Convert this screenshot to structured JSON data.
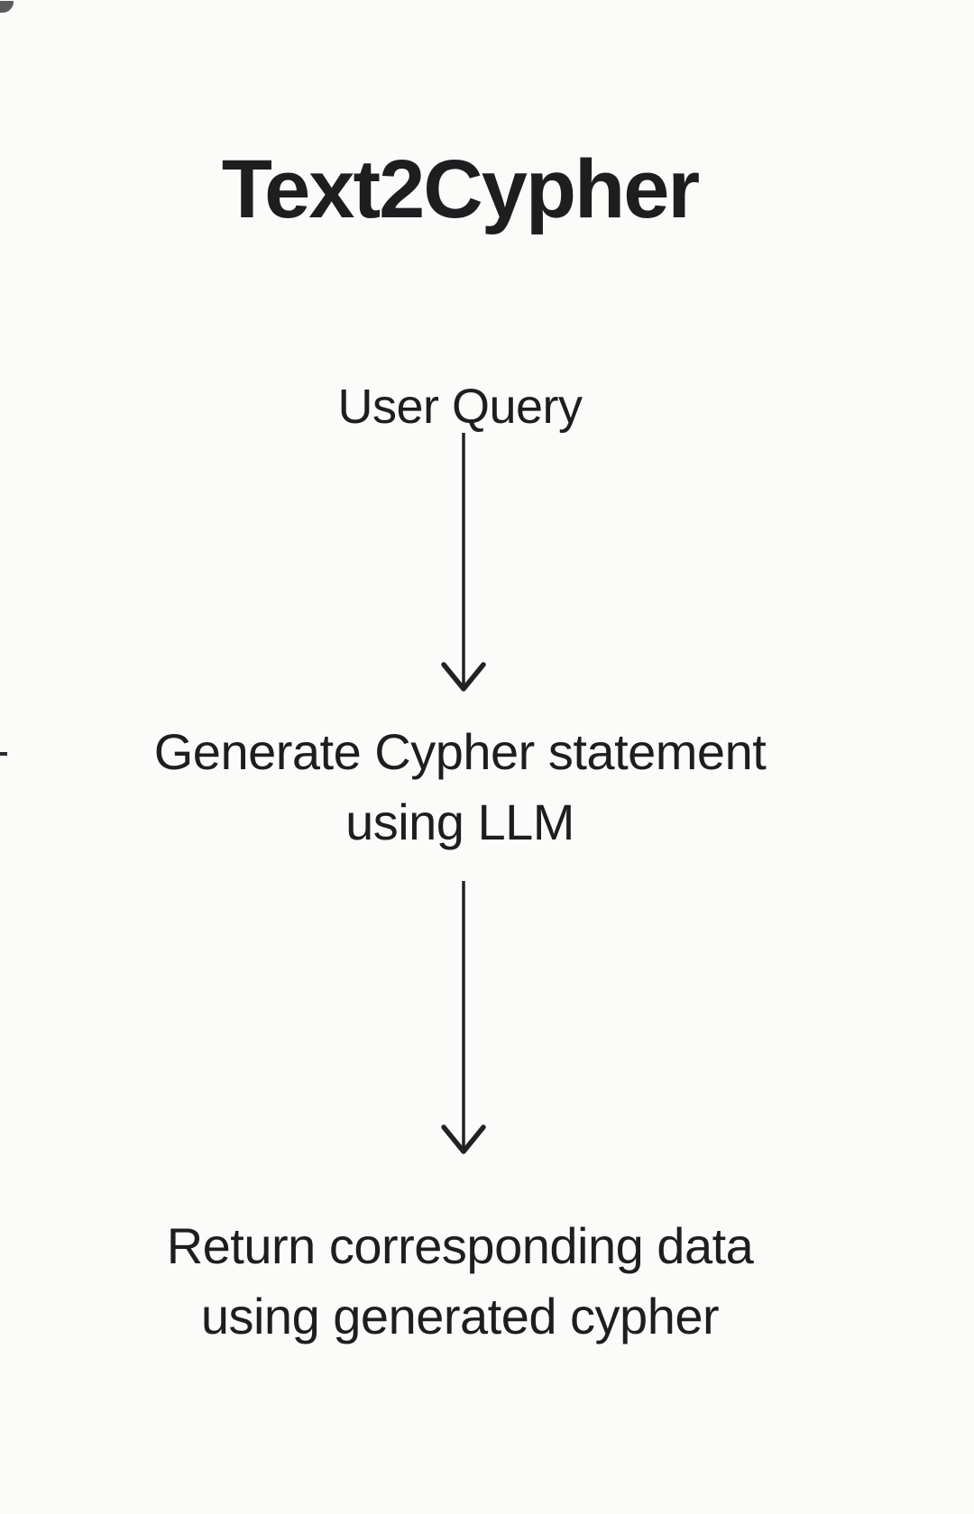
{
  "page": {
    "background_color": "#fbfbfa",
    "text_color": "#1e1e21",
    "arrow_color": "#222225"
  },
  "diagram": {
    "title": "Text2Cypher",
    "nodes": [
      {
        "id": "user-query",
        "lines": [
          "User Query"
        ]
      },
      {
        "id": "generate-cypher",
        "lines": [
          "Generate Cypher statement",
          "using LLM"
        ]
      },
      {
        "id": "return-data",
        "lines": [
          "Return corresponding data",
          "using generated cypher"
        ]
      }
    ],
    "connectors": [
      {
        "type": "arrow-down",
        "from": "user-query",
        "to": "generate-cypher"
      },
      {
        "type": "arrow-down",
        "from": "generate-cypher",
        "to": "return-data"
      }
    ]
  }
}
